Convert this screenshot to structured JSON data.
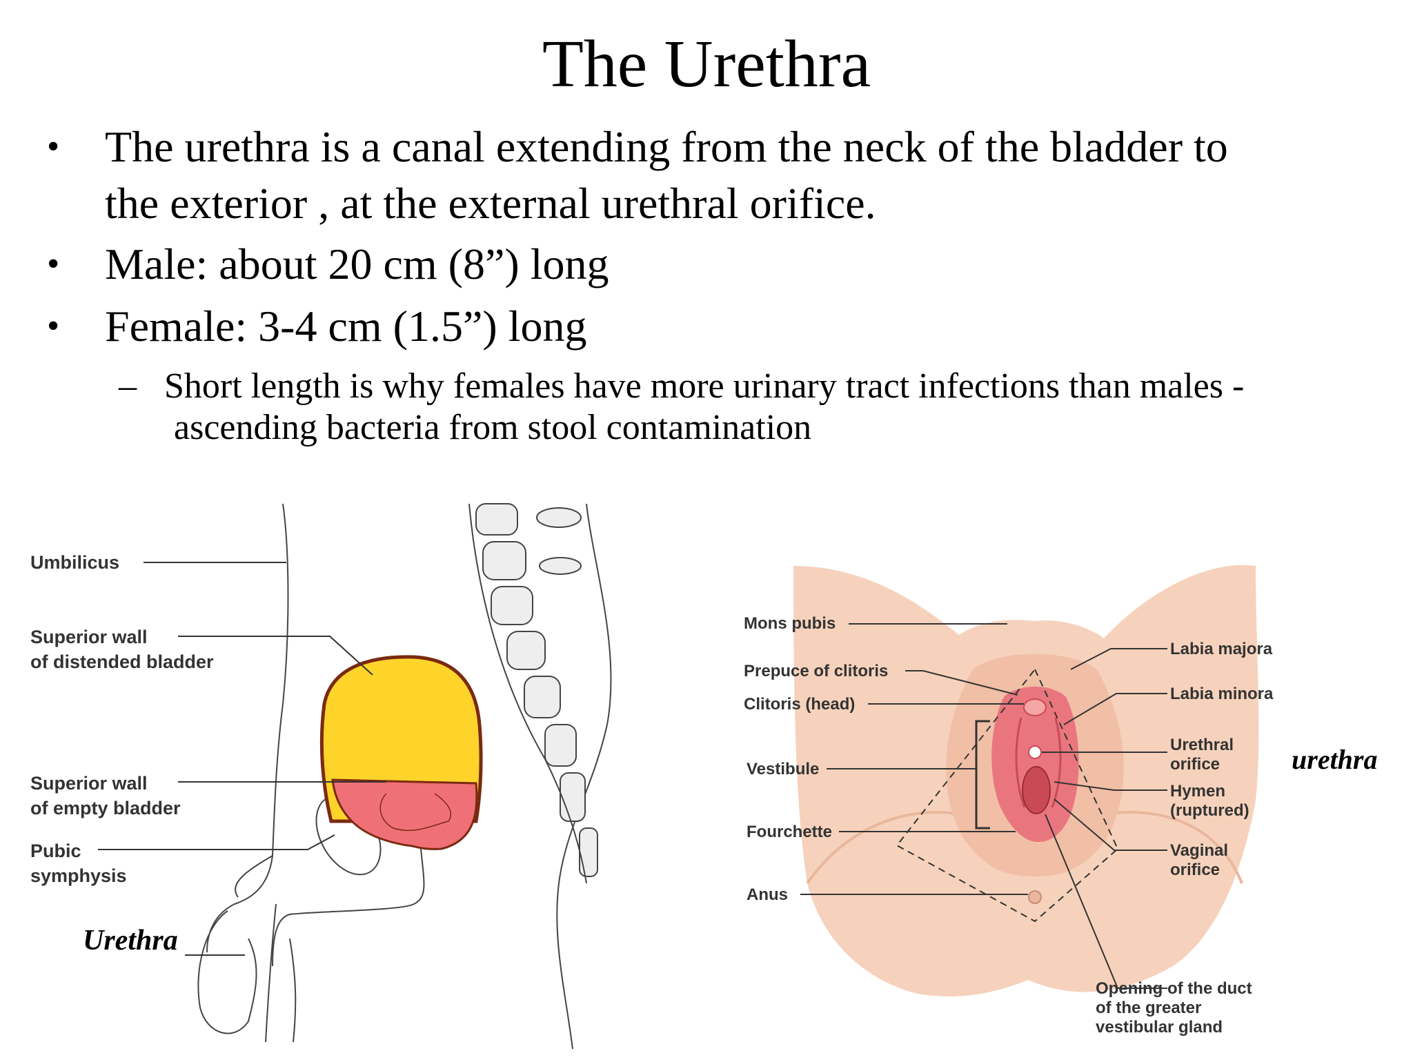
{
  "title": "The Urethra",
  "bullets": [
    {
      "marker": "•",
      "text": "The urethra is a canal extending from the neck of the bladder to"
    },
    {
      "marker": "",
      "text": "the exterior , at the external urethral orifice."
    },
    {
      "marker": "•",
      "text": "Male: about 20 cm (8”) long"
    },
    {
      "marker": "•",
      "text": "Female: 3-4 cm (1.5”) long"
    }
  ],
  "subbullet": {
    "marker": "–",
    "line1": "Short length is why females have more urinary tract infections than males -",
    "line2": "ascending bacteria from stool contamination"
  },
  "male_diagram": {
    "labels": {
      "umbilicus": "Umbilicus",
      "sup_wall_dist_1": "Superior wall",
      "sup_wall_dist_2": "of distended bladder",
      "sup_wall_empty_1": "Superior wall",
      "sup_wall_empty_2": "of empty bladder",
      "pubic_1": "Pubic",
      "pubic_2": "symphysis",
      "urethra": "Urethra"
    },
    "colors": {
      "distended_bladder": "#FFD42A",
      "empty_bladder": "#F07078",
      "outline": "#7a2a10"
    }
  },
  "female_diagram": {
    "labels": {
      "mons_pubis": "Mons pubis",
      "prepuce": "Prepuce of clitoris",
      "clitoris": "Clitoris (head)",
      "vestibule": "Vestibule",
      "fourchette": "Fourchette",
      "anus": "Anus",
      "labia_majora": "Labia majora",
      "labia_minora": "Labia minora",
      "urethral_orifice_1": "Urethral",
      "urethral_orifice_2": "orifice",
      "hymen_1": "Hymen",
      "hymen_2": "(ruptured)",
      "vaginal_orifice_1": "Vaginal",
      "vaginal_orifice_2": "orifice",
      "duct_1": "Opening of the duct",
      "duct_2": "of the greater",
      "duct_3": "vestibular gland",
      "urethra_note": "urethra"
    },
    "colors": {
      "skin": "#F6D2BC",
      "skin_dark": "#E9B79C",
      "mucosa": "#E9767E",
      "mucosa_dark": "#C94A55"
    }
  }
}
